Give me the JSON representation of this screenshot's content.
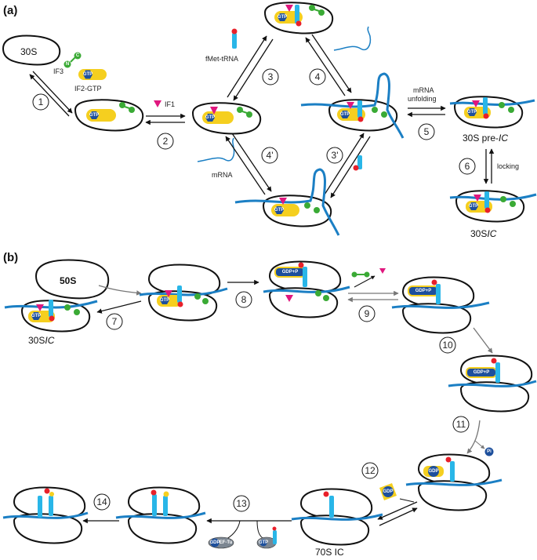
{
  "panels": {
    "a": "(a)",
    "b": "(b)"
  },
  "labels": {
    "s30": "30S",
    "if3": "IF3",
    "if2gtp": "IF2-GTP",
    "if1": "IF1",
    "fmet": "fMet-tRNA",
    "mrna": "mRNA",
    "unfold1": "mRNA",
    "unfold2": "unfolding",
    "preic": "30S pre-",
    "preic_it": "IC",
    "locking": "locking",
    "ic30": "30S",
    "ic30_it": "IC",
    "ic30b": "30S",
    "ic30b_it": "IC",
    "s50": "50S",
    "ic70": "70S IC",
    "gtp": "GTP",
    "gdp": "GDP",
    "gdppi": "GDP+P",
    "ef": "EF-Tu",
    "pi": "Pi",
    "n": "N",
    "c": "C"
  },
  "steps": [
    "1",
    "2",
    "3",
    "4",
    "5",
    "6",
    "4'",
    "3'",
    "7",
    "8",
    "9",
    "10",
    "11",
    "12",
    "13",
    "14"
  ],
  "colors": {
    "rna": "#1b7fc4",
    "ribo": "#111111",
    "if2": "#f5cf1f",
    "gtp": "#1d4f9c",
    "trna": "#29b6e8",
    "if1": "#e0177e",
    "if3": "#3aaa35",
    "fmet": "#e8202a"
  }
}
